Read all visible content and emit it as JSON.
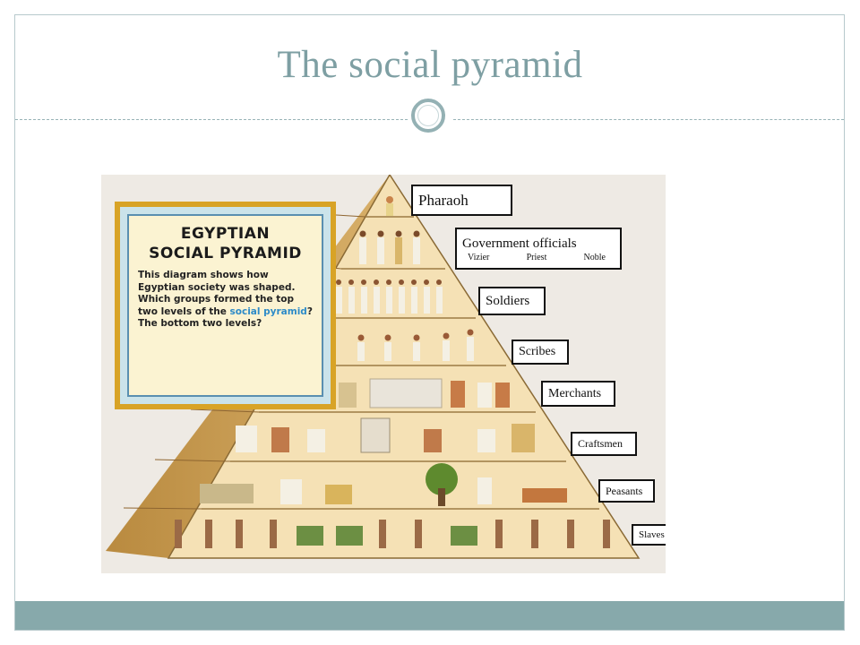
{
  "slide": {
    "title": "The social pyramid",
    "colors": {
      "title": "#7e9fa3",
      "accent_bar": "#87a9ab",
      "frame": "#b7c9cc"
    }
  },
  "diagram": {
    "panel": {
      "heading_line1": "EGYPTIAN",
      "heading_line2": "SOCIAL PYRAMID",
      "text_before": "This diagram shows how Egyptian society was shaped. Which groups formed the top two levels of the ",
      "text_accent": "social pyramid",
      "text_after": "? The bottom two levels?"
    },
    "levels": [
      {
        "label": "Pharaoh"
      },
      {
        "label": "Government officials",
        "sub": [
          "Vizier",
          "Priest",
          "Noble"
        ]
      },
      {
        "label": "Soldiers"
      },
      {
        "label": "Scribes"
      },
      {
        "label": "Merchants"
      },
      {
        "label": "Craftsmen"
      },
      {
        "label": "Peasants"
      },
      {
        "label": "Slaves"
      }
    ]
  }
}
